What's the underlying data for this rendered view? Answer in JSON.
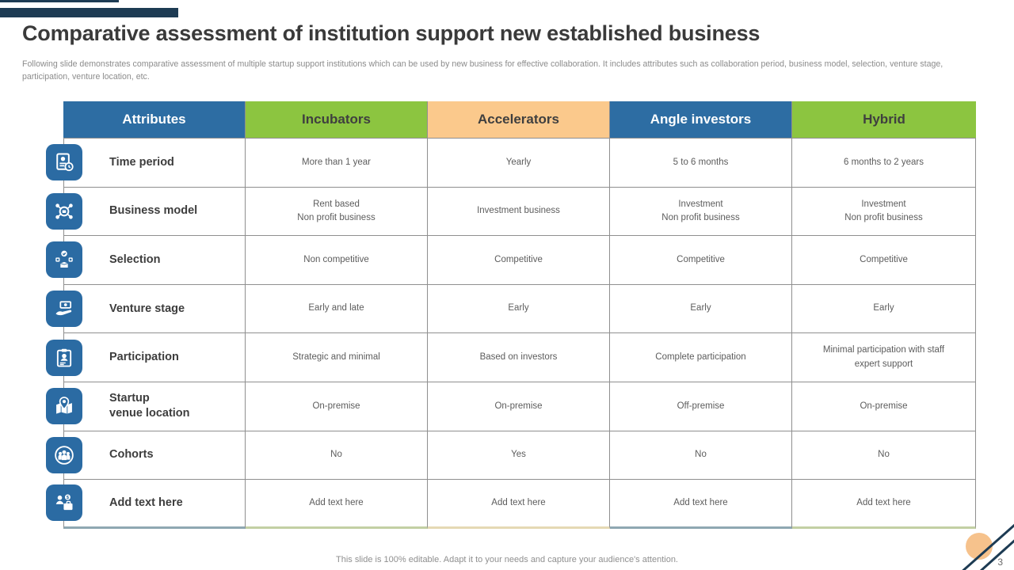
{
  "slide": {
    "title": "Comparative assessment of institution support new established business",
    "subtitle": "Following slide demonstrates comparative assessment of multiple startup support institutions which can be used by new business for effective collaboration. It includes attributes such as collaboration period, business model, selection, venture stage, participation, venture location, etc.",
    "footer": "This slide is 100% editable. Adapt it to your needs and capture your audience's attention.",
    "page_number": "3"
  },
  "colors": {
    "header_blue": "#2d6da3",
    "header_green": "#8cc540",
    "header_peach": "#fbc98c",
    "accent_navy": "#1d3b53",
    "icon_blue": "#2b6ba3",
    "muted_blue": "#8fa8b2",
    "muted_green": "#c3d0a4",
    "muted_tan": "#e5d9b4",
    "pencil_orange": "#f6c28c"
  },
  "table": {
    "columns": [
      {
        "id": "attributes",
        "label": "Attributes",
        "bg": "#2d6da3",
        "fg": "#ffffff",
        "accent": "#8fa8b2"
      },
      {
        "id": "incubators",
        "label": "Incubators",
        "bg": "#8cc540",
        "fg": "#3f3f3f",
        "accent": "#c3d0a4"
      },
      {
        "id": "accelerators",
        "label": "Accelerators",
        "bg": "#fbc98c",
        "fg": "#3f3f3f",
        "accent": "#e5d9b4"
      },
      {
        "id": "angle-investors",
        "label": "Angle investors",
        "bg": "#2d6da3",
        "fg": "#ffffff",
        "accent": "#8fa8b2"
      },
      {
        "id": "hybrid",
        "label": "Hybrid",
        "bg": "#8cc540",
        "fg": "#3f3f3f",
        "accent": "#c3d0a4"
      }
    ],
    "rows": [
      {
        "icon": "id-card-clock-icon",
        "attribute": "Time period",
        "values": [
          "More than 1 year",
          "Yearly",
          "5 to 6 months",
          "6 months to 2 years"
        ]
      },
      {
        "icon": "network-nodes-icon",
        "attribute": "Business model",
        "values": [
          "Rent based\nNon profit business",
          "Investment business",
          "Investment\nNon profit business",
          "Investment\nNon profit business"
        ]
      },
      {
        "icon": "selection-check-box-icon",
        "attribute": "Selection",
        "values": [
          "Non competitive",
          "Competitive",
          "Competitive",
          "Competitive"
        ]
      },
      {
        "icon": "hand-money-icon",
        "attribute": "Venture stage",
        "values": [
          "Early and late",
          "Early",
          "Early",
          "Early"
        ]
      },
      {
        "icon": "clipboard-person-icon",
        "attribute": "Participation",
        "values": [
          "Strategic and minimal",
          "Based on investors",
          "Complete participation",
          "Minimal participation with staff\nexpert support"
        ]
      },
      {
        "icon": "map-pin-icon",
        "attribute": "Startup\nvenue location",
        "values": [
          "On-premise",
          "On-premise",
          "Off-premise",
          "On-premise"
        ]
      },
      {
        "icon": "people-group-icon",
        "attribute": "Cohorts",
        "values": [
          "No",
          "Yes",
          "No",
          "No"
        ]
      },
      {
        "icon": "people-money-briefcase-icon",
        "attribute": "Add text here",
        "values": [
          "Add text here",
          "Add text here",
          "Add text here",
          "Add text here"
        ]
      }
    ]
  }
}
